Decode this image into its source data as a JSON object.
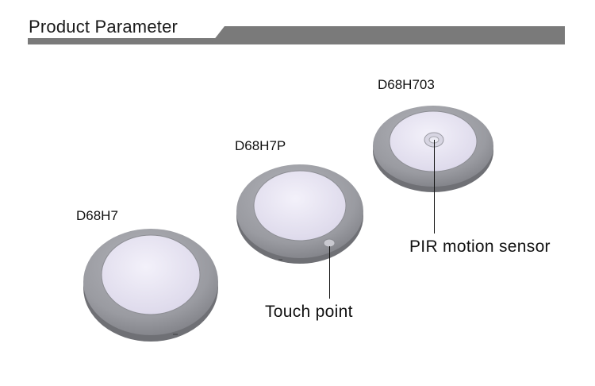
{
  "header": {
    "title": "Product Parameter"
  },
  "products": [
    {
      "model": "D68H7"
    },
    {
      "model": "D68H7P",
      "callout": "Touch point"
    },
    {
      "model": "D68H703",
      "callout": "PIR motion sensor"
    }
  ],
  "colors": {
    "header_bar": "#7a7a7a",
    "rim": "#9a9ba1",
    "diffuser": "#eae8f4"
  }
}
